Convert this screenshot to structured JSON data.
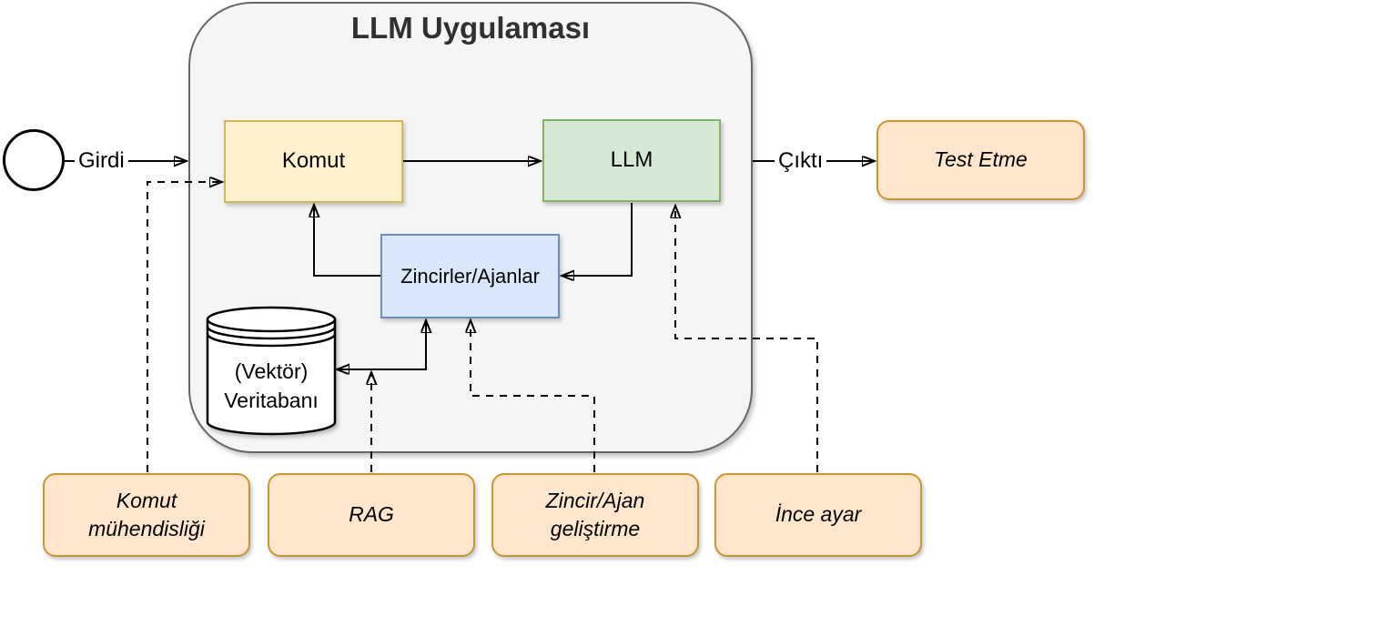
{
  "title": "LLM Uygulaması",
  "nodes": {
    "komut": {
      "label": "Komut"
    },
    "llm": {
      "label": "LLM"
    },
    "zincirler": {
      "label": "Zincirler/Ajanlar"
    },
    "database": {
      "lines": [
        "(Vektör)",
        "Veritabanı"
      ]
    },
    "test_etme": {
      "label": "Test Etme"
    }
  },
  "edge_labels": {
    "input": "Girdi",
    "output": "Çıktı"
  },
  "bottom_boxes": [
    {
      "lines": [
        "Komut",
        "mühendisliği"
      ]
    },
    {
      "lines": [
        "RAG"
      ]
    },
    {
      "lines": [
        "Zincir/Ajan",
        "geliştirme"
      ]
    },
    {
      "lines": [
        "İnce ayar"
      ]
    }
  ],
  "colors": {
    "container_fill": "#f5f5f5",
    "container_border": "#666666",
    "komut_fill": "#fff2cc",
    "komut_border": "#d6b656",
    "llm_fill": "#d5e8d4",
    "llm_border": "#82b366",
    "zincirler_fill": "#dae8fc",
    "zincirler_border": "#6c8ebf",
    "orange_fill": "#ffe6cc",
    "orange_border": "#c9962f",
    "line": "#000000"
  }
}
